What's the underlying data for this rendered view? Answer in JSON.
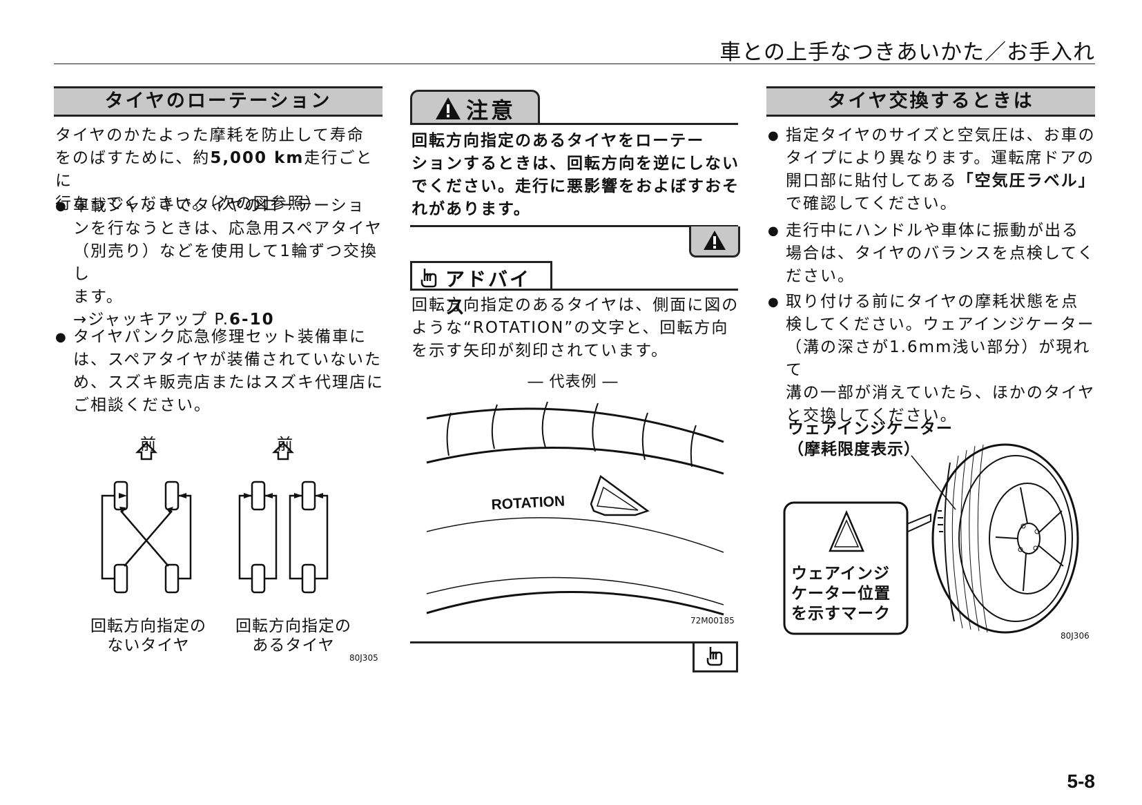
{
  "header": {
    "title": "車との上手なつきあいかた／お手入れ"
  },
  "left": {
    "heading": "タイヤのローテーション",
    "intro": [
      "タイヤのかたよった摩耗を防止して寿命",
      "をのばすために、約",
      "5,000 km",
      "走行ごとに",
      "行なってください。（次の図参照）"
    ],
    "bullet1": {
      "lines": [
        "車載ジャッキでタイヤのローテーショ",
        "ンを行なうときは、応急用スペアタイヤ",
        "（別売り）などを使用して1輪ずつ交換し",
        "ます。"
      ],
      "ref_prefix": "→ジャッキアップ P.",
      "ref_page": "6-10"
    },
    "bullet2": {
      "lines": [
        "タイヤパンク応急修理セット装備車に",
        "は、スペアタイヤが装備されていないた",
        "め、スズキ販売店またはスズキ代理店に",
        "ご相談ください。"
      ]
    },
    "diagram": {
      "front_label": "前",
      "caption_left": [
        "回転方向指定の",
        "ないタイヤ"
      ],
      "caption_right": [
        "回転方向指定の",
        "あるタイヤ"
      ],
      "code": "80J305"
    }
  },
  "middle": {
    "caution": {
      "label": "注意",
      "lines": [
        "回転方向指定のあるタイヤをローテー",
        "ションするときは、回転方向を逆にしない",
        "でください。走行に悪影響をおよぼすおそ",
        "れがあります。"
      ]
    },
    "advice": {
      "label": "アドバイス",
      "lines": [
        "回転方向指定のあるタイヤは、側面に図の",
        "ような“ROTATION”の文字と、回転方向",
        "を示す矢印が刻印されています。"
      ],
      "example_label": "― 代表例 ―",
      "rotation_text": "ROTATION",
      "code": "72M00185"
    }
  },
  "right": {
    "heading": "タイヤ交換するときは",
    "bullet1": [
      "指定タイヤのサイズと空気圧は、お車の",
      "タイプにより異なります。運転席ドアの",
      "開口部に貼付してある",
      "「空気圧ラベル」",
      "で確認してください。"
    ],
    "bullet2": [
      "走行中にハンドルや車体に振動が出る",
      "場合は、タイヤのバランスを点検してく",
      "ださい。"
    ],
    "bullet3": [
      "取り付ける前にタイヤの摩耗状態を点",
      "検してください。ウェアインジケーター",
      "（溝の深さが1.6mm浅い部分）が現れて",
      "溝の一部が消えていたら、ほかのタイヤ",
      "と交換してください。"
    ],
    "indicator_label": [
      "ウェアインジケーター",
      "（摩耗限度表示）"
    ],
    "mark_label": [
      "ウェアインジ",
      "ケーター位置",
      "を示すマーク"
    ],
    "code": "80J306"
  },
  "footer": {
    "page_number": "5-8"
  }
}
